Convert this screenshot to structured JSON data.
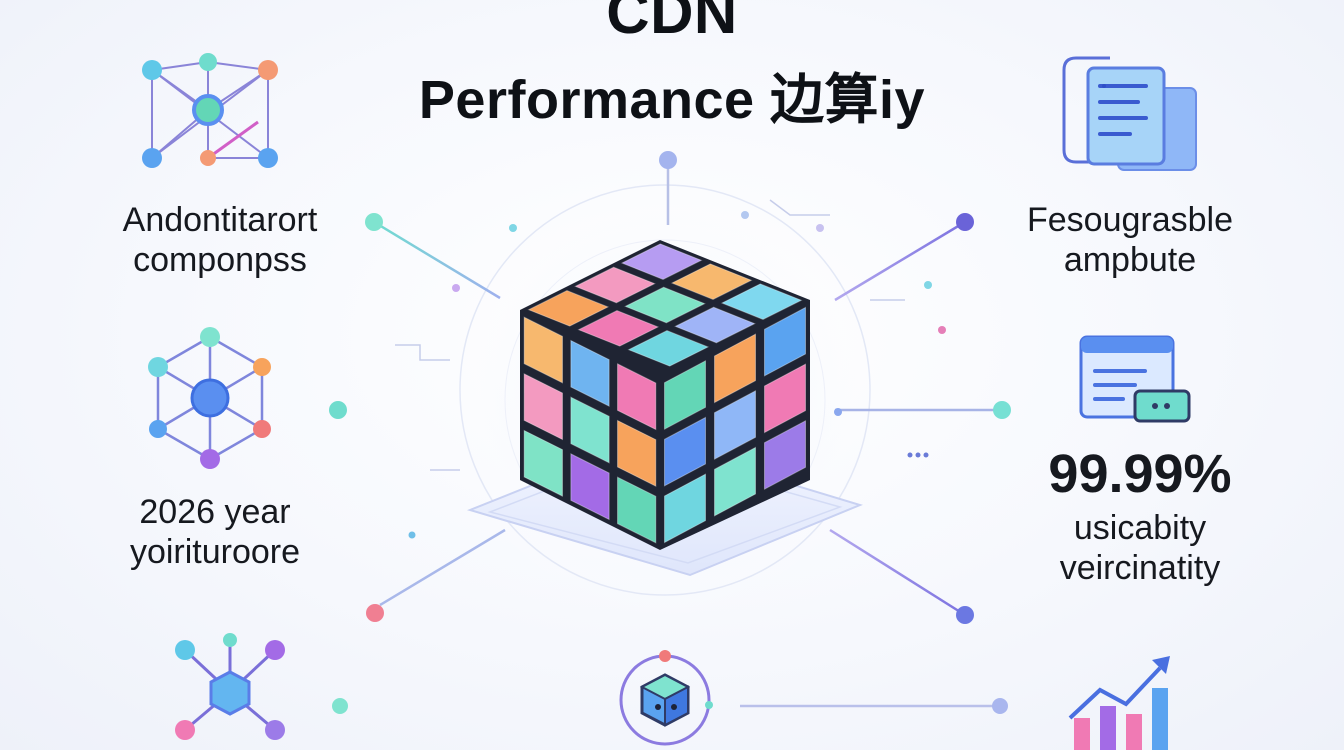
{
  "header": {
    "title_line1": "CDN",
    "title_line2": "Performance 边算iy"
  },
  "labels": {
    "top_left": [
      "Andontitarort",
      "componpss"
    ],
    "middle_left": [
      "2026 year",
      "yoirituroore"
    ],
    "top_right": [
      "Fesougrasble",
      "ampbute"
    ],
    "middle_right_value": "99.99%",
    "middle_right": [
      "usicabity",
      "veircinatity"
    ]
  },
  "icons": {
    "top_left": "network-graph-icon",
    "middle_left": "hexagon-network-icon",
    "bottom_left": "molecule-icon",
    "top_right": "document-stack-icon",
    "middle_right": "dashboard-window-icon",
    "bottom_center": "cube-orbit-icon",
    "bottom_right": "growth-chart-icon",
    "center": "rubiks-cube-icon"
  },
  "colors": {
    "teal": "#4fd6c8",
    "blue": "#5aa3f0",
    "purple": "#9c7be8",
    "pink": "#f07ab4",
    "orange": "#f7a35c",
    "line": "#b9c2e6"
  }
}
